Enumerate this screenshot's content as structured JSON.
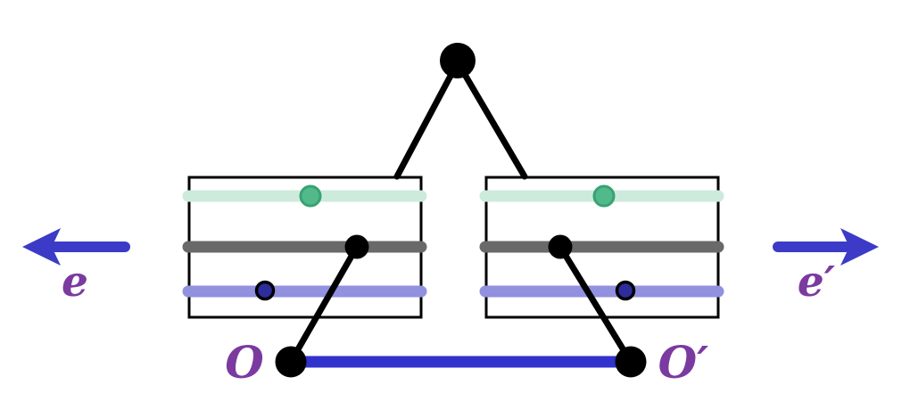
{
  "diagram": {
    "labels": {
      "left_arrow": "e",
      "right_arrow": "e′",
      "left_origin": "O",
      "right_origin": "O′"
    },
    "colors": {
      "background": "#FFFFFF",
      "black": "#000000",
      "arrow_blue": "#3B3BC8",
      "baseline_blue": "#3232CC",
      "bar_green": "#CDEBDC",
      "bar_gray": "#696969",
      "bar_purple": "#9191E0",
      "dot_green": "#52B98B",
      "dot_green_stroke": "#38A274",
      "dot_navy": "#2D2D9C",
      "label_purple": "#7B3AA0"
    }
  }
}
